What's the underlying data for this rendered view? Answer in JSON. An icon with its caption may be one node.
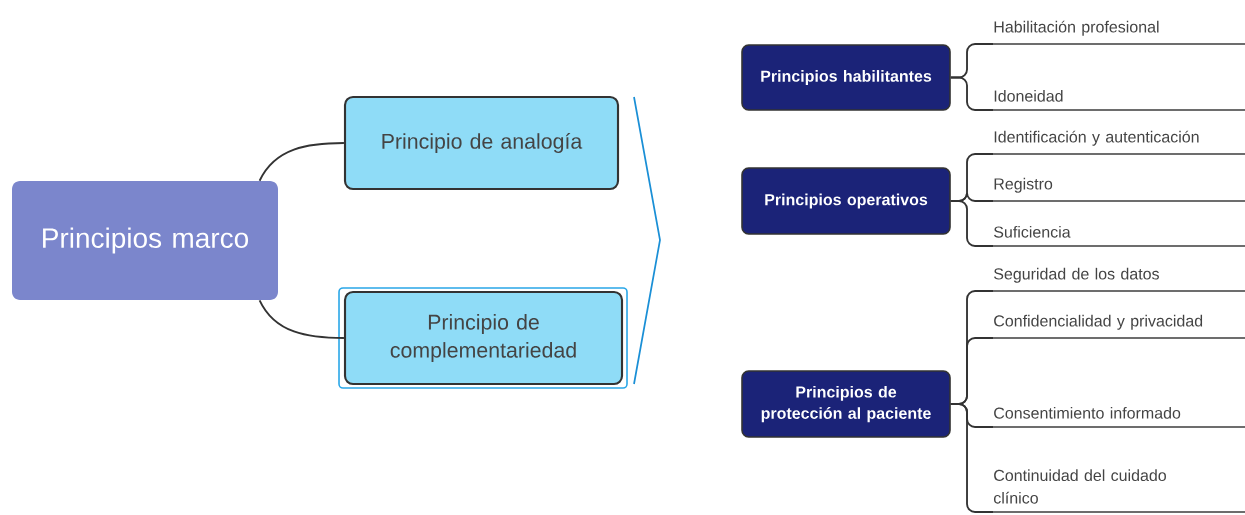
{
  "diagram": {
    "nodes": [
      {
        "text": [
          "Principios marco"
        ]
      },
      {
        "text": [
          "Principio de analogía"
        ]
      },
      {
        "text": [
          "Principio de complementariedad"
        ]
      },
      {
        "text": [
          "Principios habilitantes"
        ]
      },
      {
        "text": [
          "Principios operativos"
        ]
      },
      {
        "text": [
          "Principios de protección al paciente"
        ]
      },
      {
        "text": [
          "Habilitación profesional"
        ]
      },
      {
        "text": [
          "Idoneidad"
        ]
      },
      {
        "text": [
          "Identificación y autenticación"
        ]
      },
      {
        "text": [
          "Registro"
        ]
      },
      {
        "text": [
          "Suficiencia"
        ]
      },
      {
        "text": [
          "Seguridad de los datos"
        ]
      },
      {
        "text": [
          "Confidencialidad y privacidad"
        ]
      },
      {
        "text": [
          "Consentimiento informado"
        ]
      },
      {
        "text": [
          "Continuidad del cuidado clínico"
        ]
      }
    ],
    "edges": [
      {
        "from": 0,
        "to": 1,
        "arrow": "none"
      },
      {
        "from": 0,
        "to": 2,
        "arrow": "none"
      },
      {
        "from": 3,
        "to": 6,
        "arrow": "none"
      },
      {
        "from": 3,
        "to": 7,
        "arrow": "none"
      },
      {
        "from": 4,
        "to": 8,
        "arrow": "none"
      },
      {
        "from": 4,
        "to": 9,
        "arrow": "none"
      },
      {
        "from": 4,
        "to": 10,
        "arrow": "none"
      },
      {
        "from": 5,
        "to": 11,
        "arrow": "none"
      },
      {
        "from": 5,
        "to": 12,
        "arrow": "none"
      },
      {
        "from": 5,
        "to": 13,
        "arrow": "none"
      },
      {
        "from": 5,
        "to": 14,
        "arrow": "none"
      }
    ]
  }
}
